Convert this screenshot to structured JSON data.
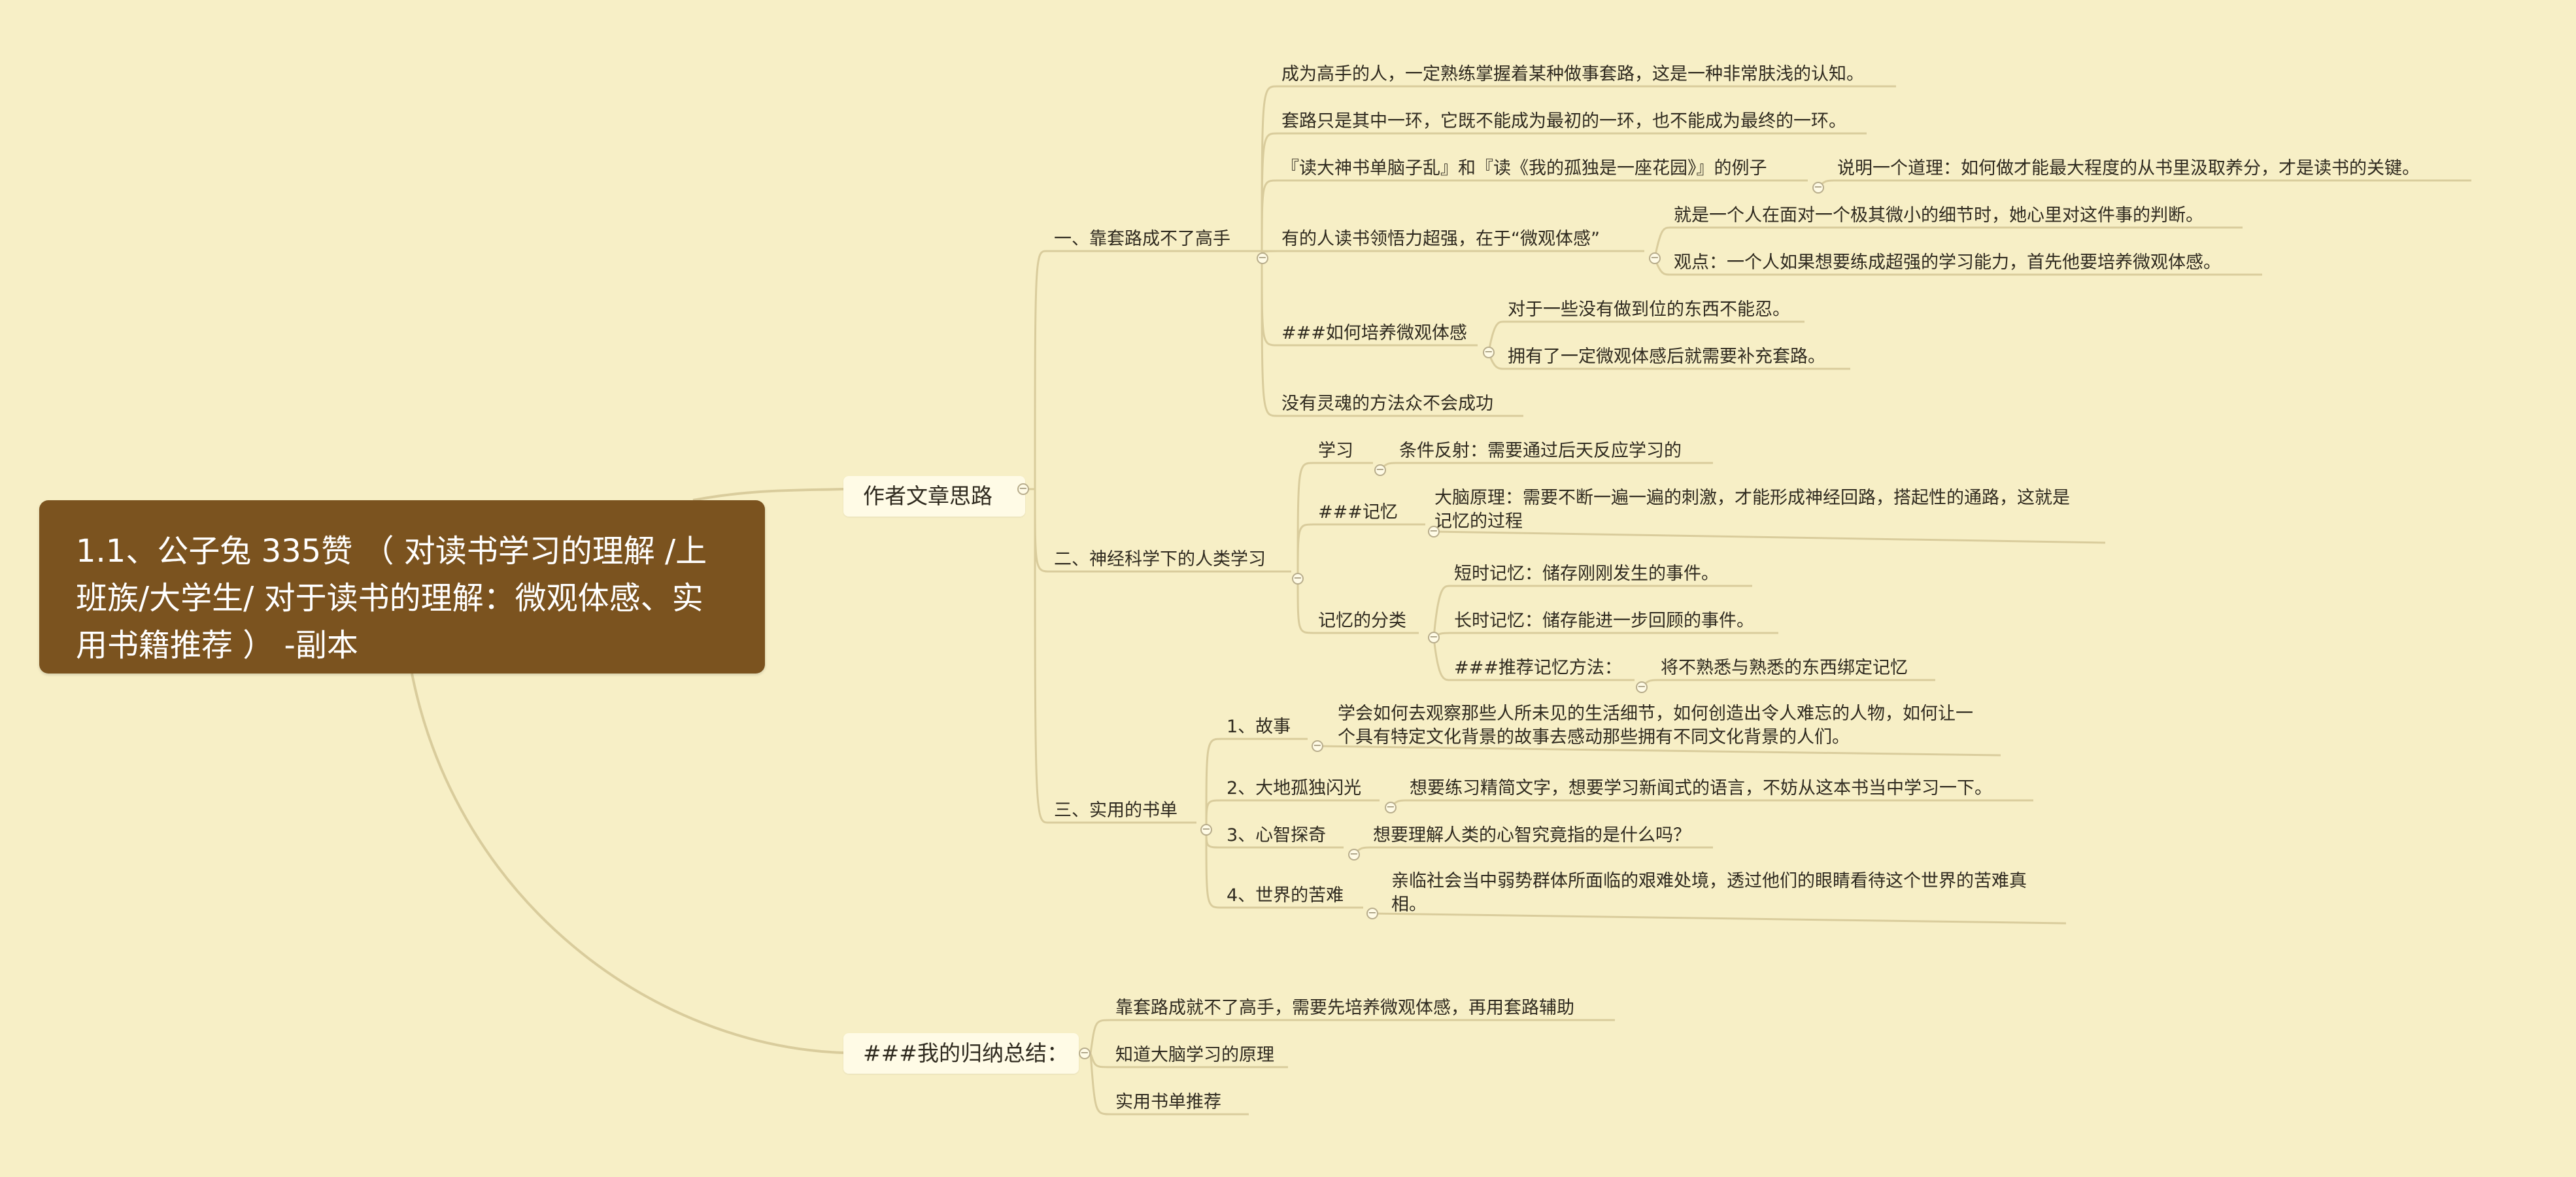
{
  "root": {
    "title": "1.1、公子兔  335赞 （ 对读书学习的理解  /上班族/大学生/   对于读书的理解：微观体感、实用书籍推荐 ） -副本"
  },
  "branches": {
    "author": {
      "label": "作者文章思路",
      "s1": {
        "label": "一、靠套路成不了高手",
        "c1": "成为高手的人，一定熟练掌握着某种做事套路，这是一种非常肤浅的认知。",
        "c2": "套路只是其中一环，它既不能成为最初的一环，也不能成为最终的一环。",
        "c3": "『读大神书单脑子乱』和『读《我的孤独是一座花园》』的例子",
        "c3a": "说明一个道理：如何做才能最大程度的从书里汲取养分，才是读书的关键。",
        "c4": "有的人读书领悟力超强，在于“微观体感”",
        "c4a": "就是一个人在面对一个极其微小的细节时，她心里对这件事的判断。",
        "c4b": "观点：一个人如果想要练成超强的学习能力，首先他要培养微观体感。",
        "c5": "###如何培养微观体感",
        "c5a": "对于一些没有做到位的东西不能忍。",
        "c5b": "拥有了一定微观体感后就需要补充套路。",
        "c6": "没有灵魂的方法众不会成功"
      },
      "s2": {
        "label": "二、神经科学下的人类学习",
        "c1": "学习",
        "c1a": "条件反射：需要通过后天反应学习的",
        "c2": "###记忆",
        "c2a": "大脑原理：需要不断一遍一遍的刺激，才能形成神经回路，搭起性的通路，这就是记忆的过程",
        "c3": "记忆的分类",
        "c3a": "短时记忆：储存刚刚发生的事件。",
        "c3b": "长时记忆：储存能进一步回顾的事件。",
        "c3c": "###推荐记忆方法：",
        "c3c1": "将不熟悉与熟悉的东西绑定记忆"
      },
      "s3": {
        "label": "三、实用的书单",
        "c1": "1、故事",
        "c1a": "学会如何去观察那些人所未见的生活细节，如何创造出令人难忘的人物，如何让一个具有特定文化背景的故事去感动那些拥有不同文化背景的人们。",
        "c2": "2、大地孤独闪光",
        "c2a": "想要练习精简文字，想要学习新闻式的语言，不妨从这本书当中学习一下。",
        "c3": "3、心智探奇",
        "c3a": "想要理解人类的心智究竟指的是什么吗？",
        "c4": "4、世界的苦难",
        "c4a": "亲临社会当中弱势群体所面临的艰难处境，透过他们的眼睛看待这个世界的苦难真相。"
      }
    },
    "summary": {
      "label": "###我的归纳总结：",
      "c1": "靠套路成就不了高手，需要先培养微观体感，再用套路辅助",
      "c2": "知道大脑学习的原理",
      "c3": "实用书单推荐"
    }
  },
  "toggle_symbol": "−",
  "colors": {
    "background": "#f7efc6",
    "root_fill": "#7b531f",
    "line": "#d9cc9c",
    "main_fill": "#fffbe6"
  }
}
